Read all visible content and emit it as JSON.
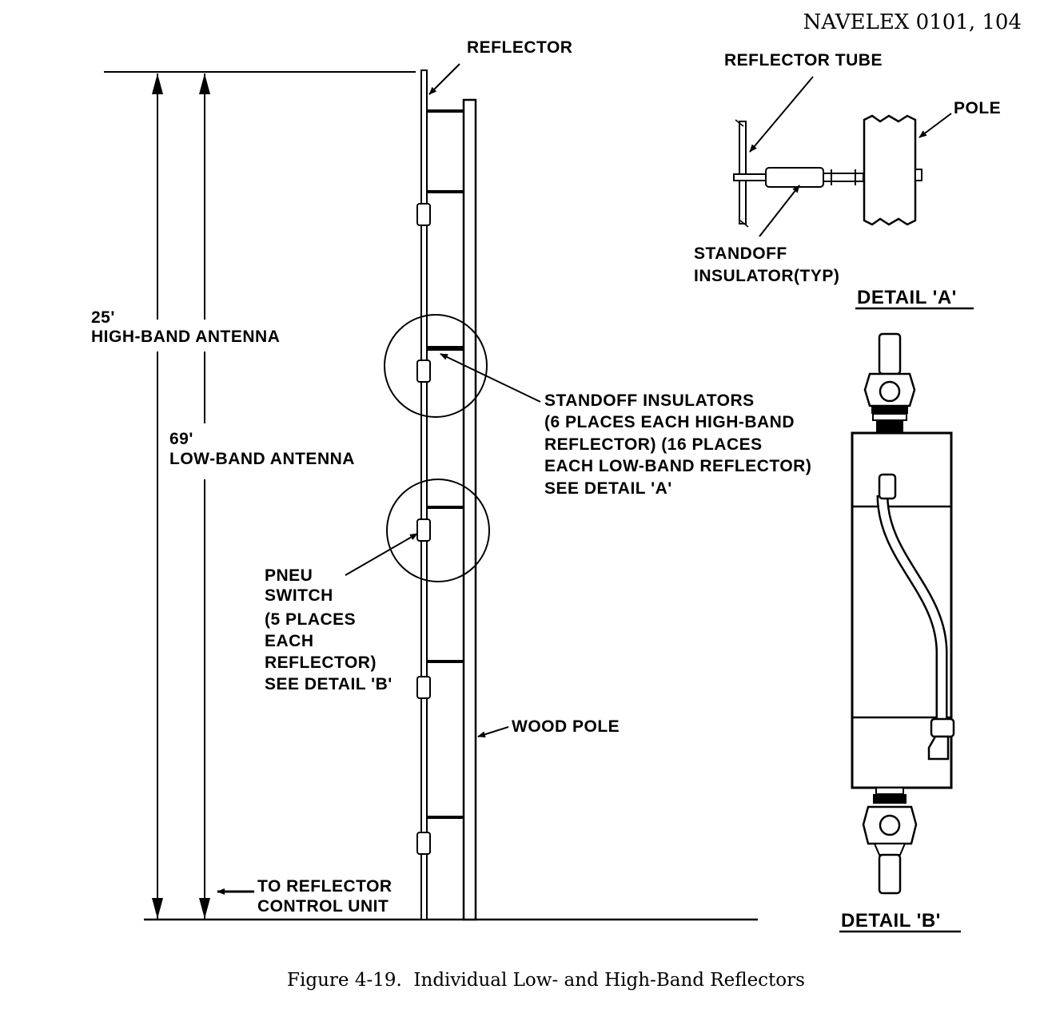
{
  "header": {
    "doc_number": "NAVELEX 0101, 104"
  },
  "labels": {
    "reflector": "REFLECTOR",
    "high_band_1": "25'",
    "high_band_2": "HIGH-BAND ANTENNA",
    "low_band_1": "69'",
    "low_band_2": "LOW-BAND ANTENNA",
    "standoff_1": "STANDOFF INSULATORS",
    "standoff_2": "(6 PLACES EACH HIGH-BAND",
    "standoff_3": "REFLECTOR) (16 PLACES",
    "standoff_4": "EACH LOW-BAND REFLECTOR)",
    "standoff_5": "SEE  DETAIL  'A'",
    "pneu_1": "PNEU",
    "pneu_2": "SWITCH",
    "pneu_3": "(5 PLACES",
    "pneu_4": "EACH",
    "pneu_5": "REFLECTOR)",
    "pneu_6": "SEE DETAIL 'B'",
    "wood_pole": "WOOD POLE",
    "to_control_1": "TO REFLECTOR",
    "to_control_2": "CONTROL UNIT"
  },
  "detail_a": {
    "reflector_tube": "REFLECTOR TUBE",
    "pole": "POLE",
    "standoff_1": "STANDOFF",
    "standoff_2": "INSULATOR(TYP)",
    "title": "DETAIL 'A'"
  },
  "detail_b": {
    "title": "DETAIL 'B'"
  },
  "caption": "Figure 4-19.  Individual Low- and High-Band Reflectors"
}
